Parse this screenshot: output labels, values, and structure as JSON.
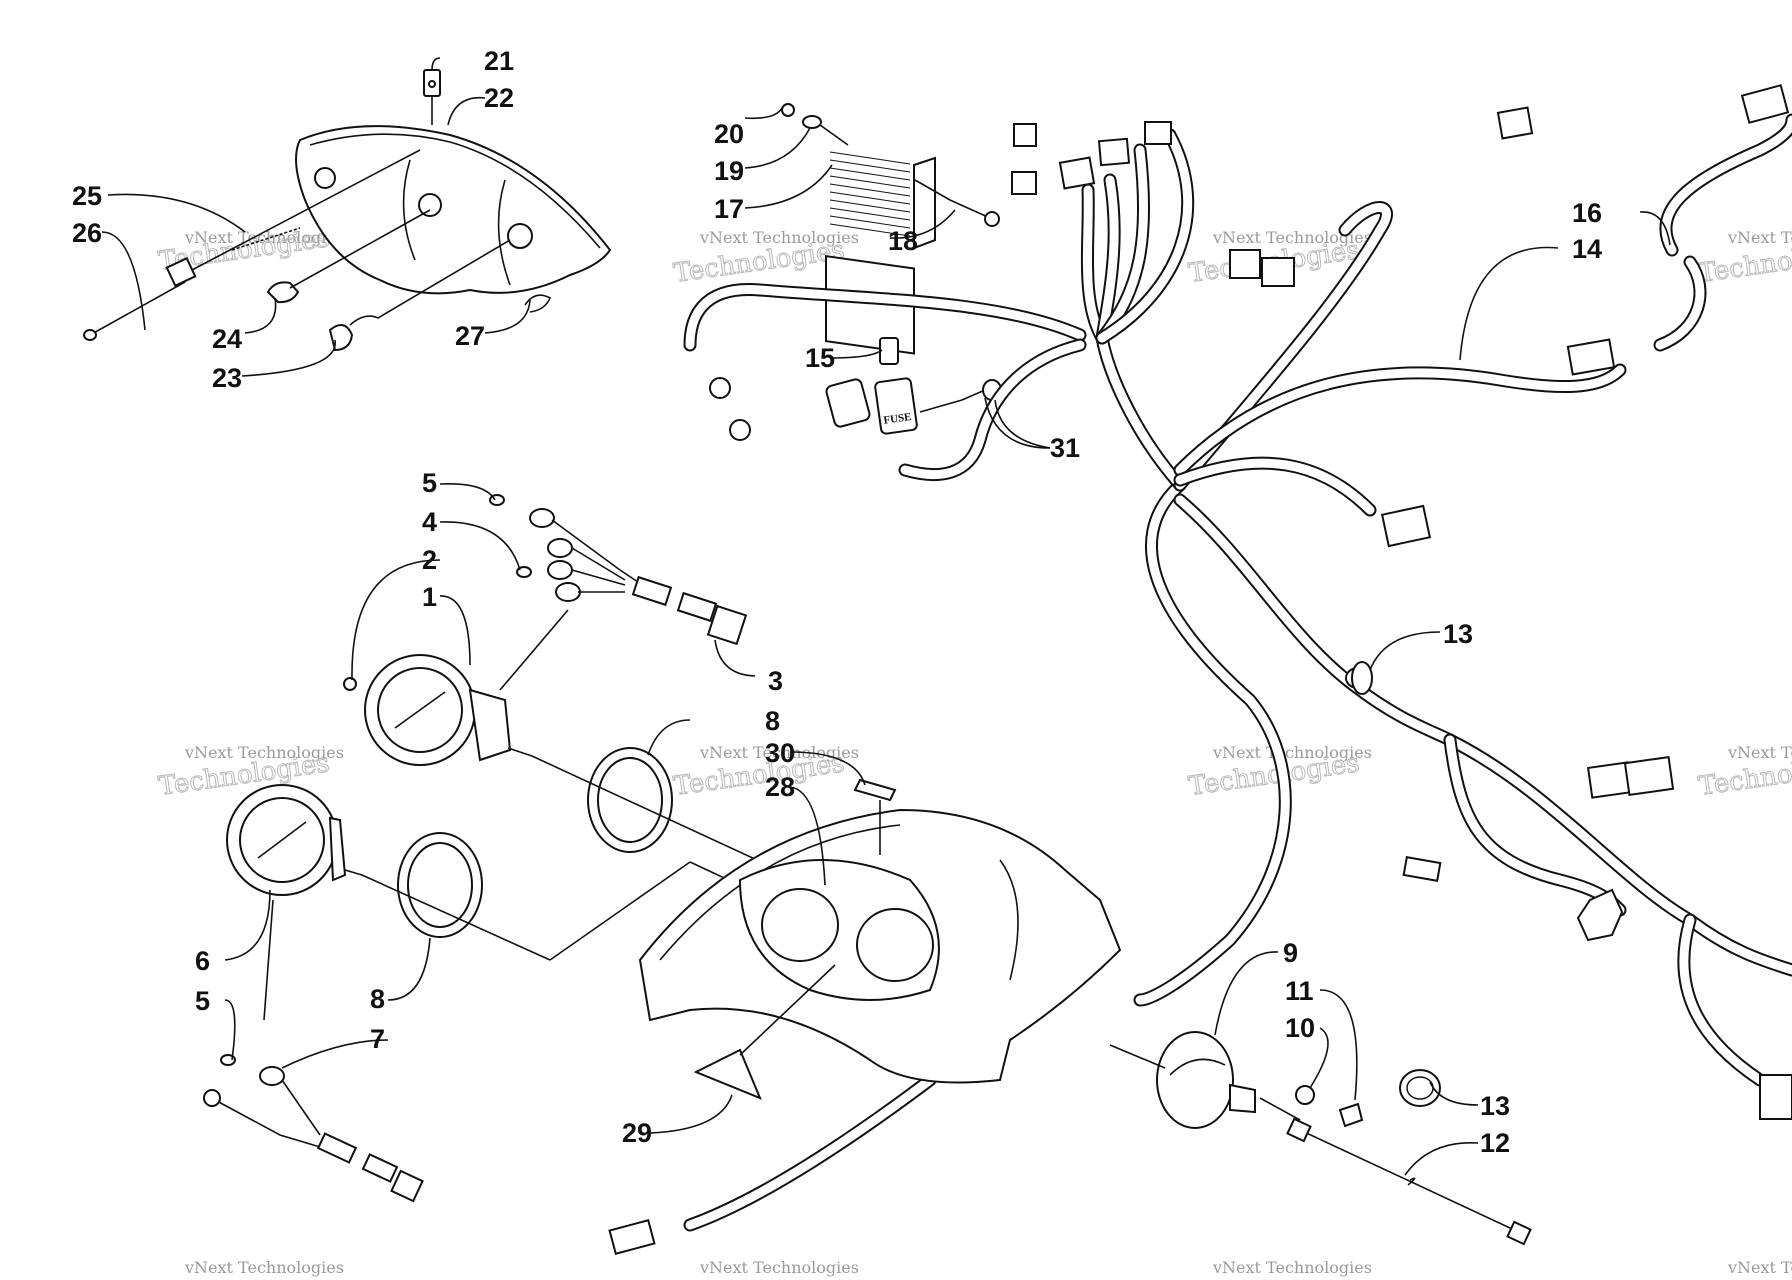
{
  "diagram": {
    "watermark": {
      "line1": "vNext Technologies",
      "line2": "Technologies"
    },
    "callouts": {
      "c1": "1",
      "c2": "2",
      "c3": "3",
      "c4": "4",
      "c5a": "5",
      "c5b": "5",
      "c6": "6",
      "c7": "7",
      "c8a": "8",
      "c8b": "8",
      "c9": "9",
      "c10": "10",
      "c11": "11",
      "c12": "12",
      "c13a": "13",
      "c13b": "13",
      "c14": "14",
      "c15": "15",
      "c16": "16",
      "c17": "17",
      "c18": "18",
      "c19": "19",
      "c20": "20",
      "c21": "21",
      "c22": "22",
      "c23": "23",
      "c24": "24",
      "c25": "25",
      "c26": "26",
      "c27": "27",
      "c28": "28",
      "c29": "29",
      "c30": "30",
      "c31": "31"
    },
    "labels": {
      "fuse": "FUSE"
    },
    "icons": [
      "headlight-assembly",
      "voltage-regulator",
      "fuse-holder",
      "speedometer-gauge",
      "tachometer-gauge",
      "dash-panel",
      "wiring-harness",
      "speedometer-cable",
      "decal"
    ]
  }
}
